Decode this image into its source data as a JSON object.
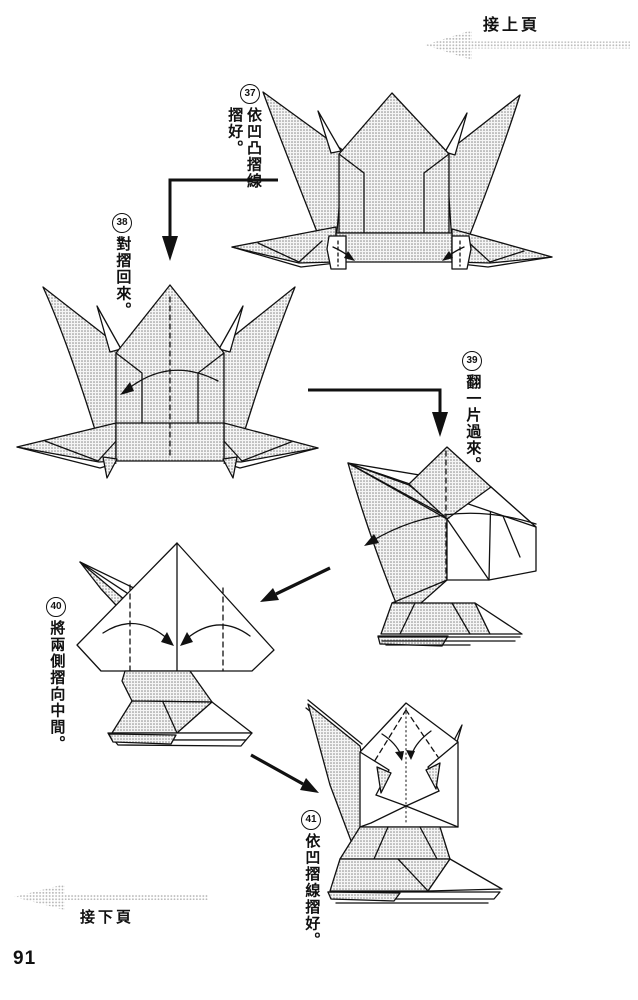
{
  "page": {
    "number": "91"
  },
  "nav": {
    "prev_label": "接上頁",
    "next_label": "接下頁"
  },
  "steps": [
    {
      "num": "37",
      "text": "依凹凸摺線摺好。"
    },
    {
      "num": "38",
      "text": "對摺回來。"
    },
    {
      "num": "39",
      "text": "翻一片過來。"
    },
    {
      "num": "40",
      "text": "將兩側摺向中間。"
    },
    {
      "num": "41",
      "text": "依凹摺線摺好。"
    }
  ],
  "colors": {
    "ink": "#111111",
    "halftone_dot": "#888888",
    "nav_arrow_dot": "#b5b5b5",
    "paper": "#ffffff"
  }
}
